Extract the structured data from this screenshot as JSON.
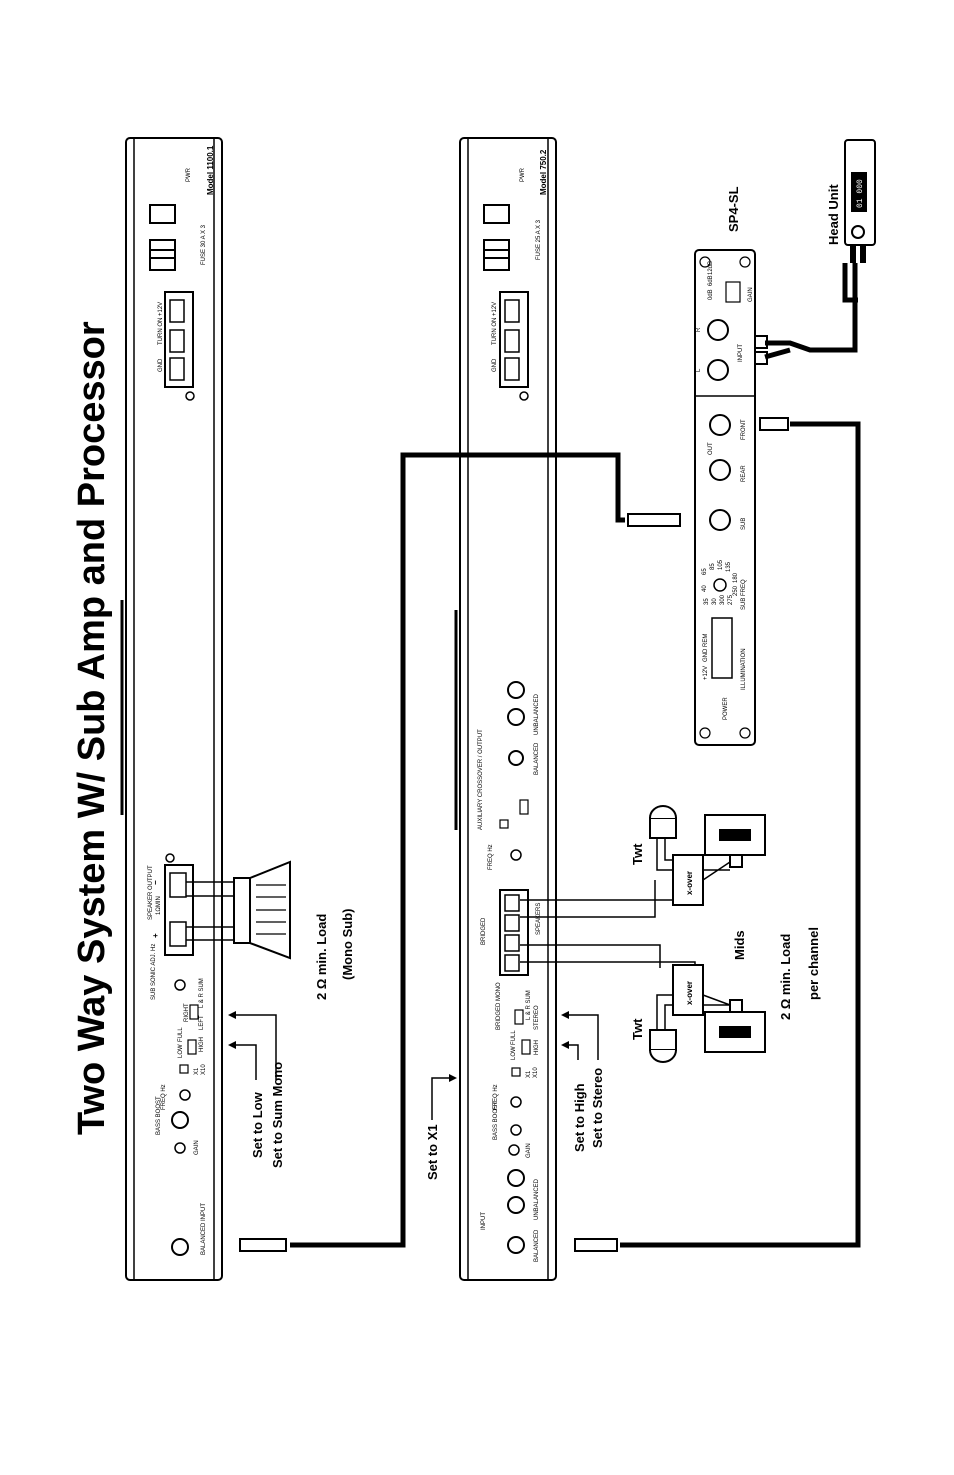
{
  "page": {
    "title": "Two Way System W/ Sub Amp and Processor"
  },
  "sub_amp": {
    "model": "Model 1100.1",
    "fuse": "FUSE 30 A X 3",
    "pwr": "PWR",
    "power_terms": [
      "GND",
      "TURN ON",
      "+12V"
    ],
    "speaker_output": "SPEAKER OUTPUT",
    "min_label": "1ΩMIN",
    "plus": "+",
    "minus": "−",
    "controls": [
      "SUB SONIC ADJ. Hz",
      "RIGHT",
      "L & R SUM",
      "LEFT",
      "LOW",
      "FULL",
      "HIGH",
      "X1",
      "X10",
      "FREQ Hz",
      "BASS BOOST",
      "GAIN"
    ],
    "input": "BALANCED INPUT"
  },
  "two_ch_amp": {
    "model": "Model 750.2",
    "fuse": "FUSE 25 A X 3",
    "pwr": "PWR",
    "power_terms": [
      "GND",
      "TURN ON",
      "+12V"
    ],
    "aux": "AUXILIARY CROSSOVER / OUTPUT",
    "speakers": "SPEAKERS",
    "bridged": "BRIDGED",
    "balanced": "BALANCED",
    "unbalanced": "UNBALANCED",
    "input": "INPUT",
    "controls": [
      "FREQ Hz",
      "LOW",
      "FULL",
      "HIGH",
      "X1",
      "X10",
      "BRIDGED MONO",
      "L & R SUM",
      "STEREO",
      "BASS BOOST",
      "GAIN"
    ]
  },
  "processor": {
    "name": "SP4-SL",
    "labels": [
      "POWER",
      "+12V",
      "GND",
      "REM",
      "ILLUMINATION",
      "SUB FREQ",
      "SUB",
      "OUT",
      "REAR",
      "FRONT",
      "INPUT",
      "L",
      "R",
      "GAIN",
      "0dB",
      "6dB",
      "12dB"
    ],
    "freqs": [
      "35",
      "40",
      "65",
      "30",
      "85",
      "300",
      "105",
      "275",
      "250",
      "180",
      "135"
    ]
  },
  "head_unit": {
    "name": "Head Unit",
    "display": "01 000"
  },
  "labels": {
    "sub_load_line1": "2 Ω  min. Load",
    "sub_load_line2": "(Mono Sub)",
    "set_low": "Set to Low",
    "set_sum_mono": "Set to Sum Mono",
    "set_x1": "Set to X1",
    "set_high": "Set to High",
    "set_stereo": "Set to Stereo",
    "twt_top": "Twt",
    "twt_bottom": "Twt",
    "mids": "Mids",
    "xover_top": "x-over",
    "xover_bottom": "x-over",
    "mids_load_line1": "2 Ω  min. Load",
    "mids_load_line2": "per channel"
  }
}
